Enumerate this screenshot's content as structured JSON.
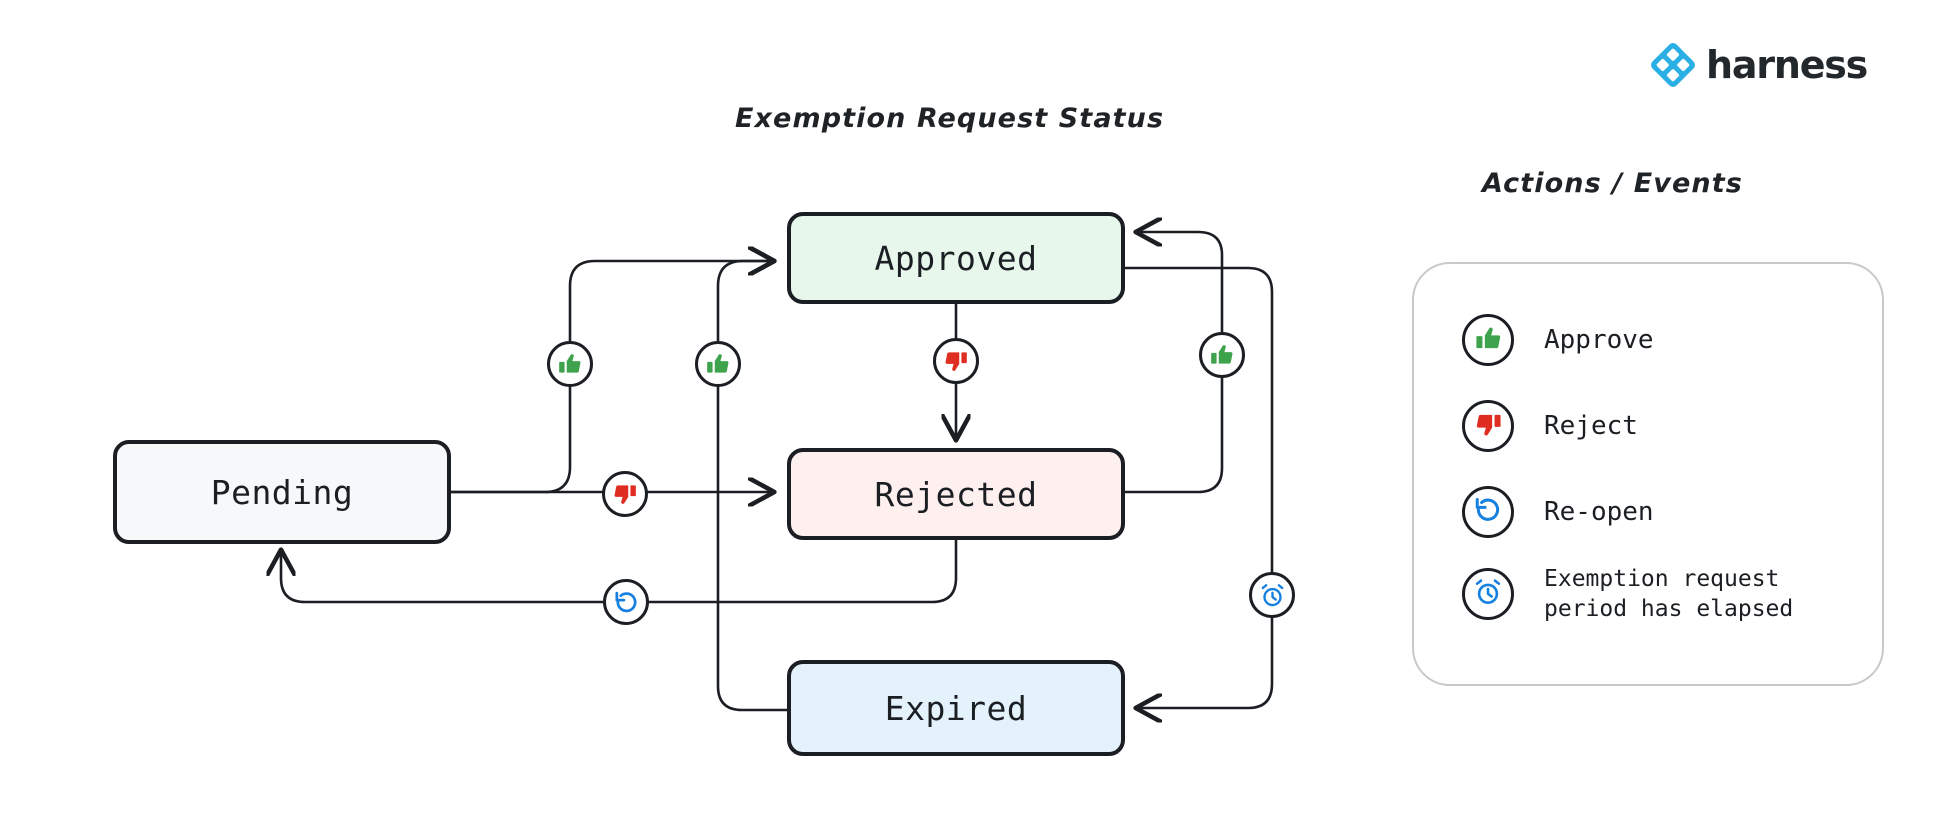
{
  "brand": {
    "name": "harness",
    "logo_icon": "harness-diamond-logo",
    "logo_color": "#2aafe4",
    "wordmark_color": "#22282c"
  },
  "diagram": {
    "title": "Exemption Request Status",
    "nodes": [
      {
        "id": "pending",
        "label": "Pending",
        "fill": "#f6f8fa",
        "border": "#1b1f23"
      },
      {
        "id": "approved",
        "label": "Approved",
        "fill": "#e7f7ec",
        "border": "#1b1f23"
      },
      {
        "id": "rejected",
        "label": "Rejected",
        "fill": "#fdf0ee",
        "border": "#1b1f23"
      },
      {
        "id": "expired",
        "label": "Expired",
        "fill": "#e4f2fb",
        "border": "#1b1f23"
      }
    ],
    "transitions": [
      {
        "from": "pending",
        "to": "approved",
        "event": "approve",
        "icon": "thumbs-up-icon"
      },
      {
        "from": "pending",
        "to": "rejected",
        "event": "reject",
        "icon": "thumbs-down-icon"
      },
      {
        "from": "approved",
        "to": "rejected",
        "event": "reject",
        "icon": "thumbs-down-icon"
      },
      {
        "from": "rejected",
        "to": "approved",
        "event": "approve",
        "icon": "thumbs-up-icon"
      },
      {
        "from": "rejected",
        "to": "pending",
        "event": "re-open",
        "icon": "re-open-icon"
      },
      {
        "from": "approved",
        "to": "expired",
        "event": "exemption request period has elapsed",
        "icon": "alarm-clock-icon"
      },
      {
        "from": "expired",
        "to": "approved",
        "event": "approve",
        "icon": "thumbs-up-icon"
      }
    ]
  },
  "legend": {
    "title": "Actions / Events",
    "items": [
      {
        "icon": "thumbs-up-icon",
        "label": "Approve",
        "color": "#3fa34d"
      },
      {
        "icon": "thumbs-down-icon",
        "label": "Reject",
        "color": "#e02d22"
      },
      {
        "icon": "re-open-icon",
        "label": "Re-open",
        "color": "#1680e0"
      },
      {
        "icon": "alarm-clock-icon",
        "label": "Exemption request\nperiod has elapsed",
        "color": "#1680e0"
      }
    ]
  },
  "colors": {
    "approve_green": "#3fa34d",
    "reject_red": "#e02d22",
    "event_blue": "#1680e0",
    "stroke": "#1b1f23",
    "background": "#ffffff"
  }
}
